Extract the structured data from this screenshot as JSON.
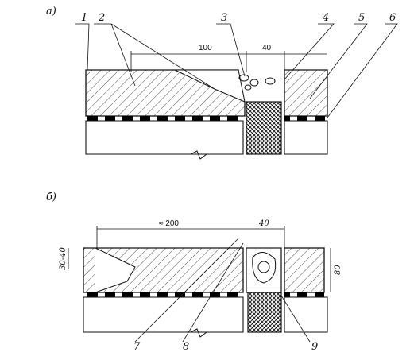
{
  "figure_a": {
    "tag": "а)",
    "callouts": [
      "1",
      "2",
      "3",
      "4",
      "5",
      "6"
    ],
    "dims": {
      "width_concrete": "100",
      "width_joint": "40"
    }
  },
  "figure_b": {
    "tag": "б)",
    "callouts": [
      "7",
      "8",
      "9"
    ],
    "dims": {
      "width_concrete": "≈ 200",
      "width_joint": "40",
      "depth_recess": "30-40",
      "thickness": "80"
    }
  }
}
